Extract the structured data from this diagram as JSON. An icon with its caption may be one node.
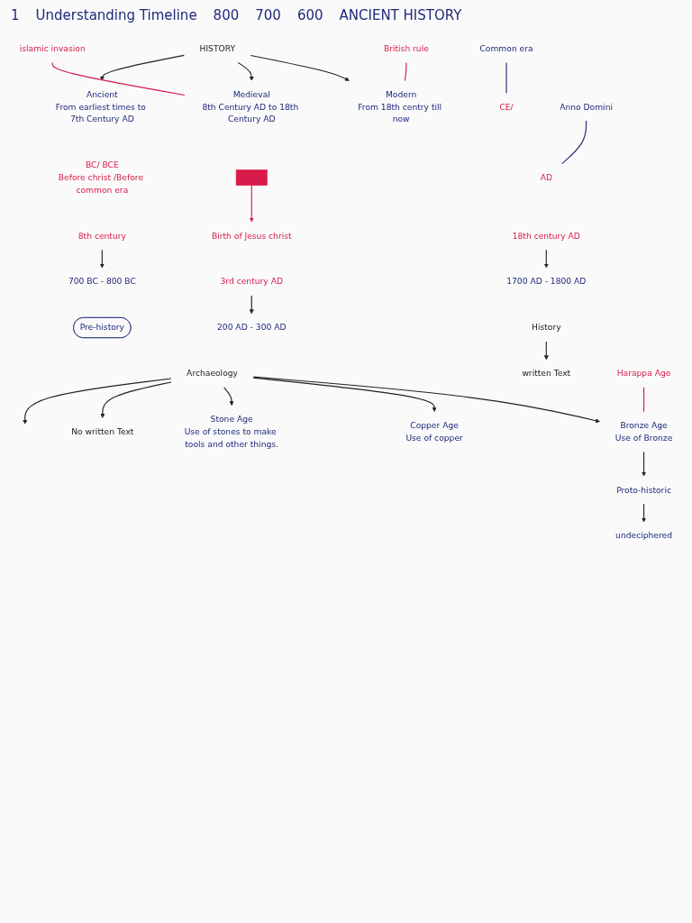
{
  "diagram": {
    "nodes": [
      {
        "text": [
          "HISTORY"
        ]
      },
      {
        "text": [
          "Ancient",
          "From earliest times to 7th Century AD"
        ]
      },
      {
        "text": [
          "Medieval",
          "8th Century AD to 18th Century AD"
        ]
      },
      {
        "text": [
          "Modern",
          "From 18th centry till now"
        ]
      },
      {
        "text": [
          "islamic invasion"
        ]
      },
      {
        "text": [
          "British rule"
        ]
      },
      {
        "text": [
          "Common era"
        ]
      },
      {
        "text": [
          "CE/"
        ]
      },
      {
        "text": [
          "AD"
        ]
      },
      {
        "text": [
          "Anno Domini"
        ]
      },
      {
        "text": [
          "BC/ BCE",
          "Before christ /Before common era"
        ]
      },
      {
        "text": [],
        "shape": "bar"
      },
      {
        "text": [
          "Birth of Jesus christ"
        ]
      },
      {
        "text": [
          "8th century"
        ]
      },
      {
        "text": [
          "700 BC - 800 BC"
        ]
      },
      {
        "text": [
          "3rd century AD"
        ]
      },
      {
        "text": [
          "200 AD - 300 AD"
        ]
      },
      {
        "text": [
          "18th century AD"
        ]
      },
      {
        "text": [
          "1700 AD - 1800 AD"
        ]
      },
      {
        "text": [
          "Pre-history"
        ]
      },
      {
        "text": [
          "Archaeology"
        ]
      },
      {
        "text": [
          "No written Text"
        ]
      },
      {
        "text": [
          "History"
        ]
      },
      {
        "text": [
          "written Text"
        ]
      },
      {
        "text": [
          "Stone Age",
          "Use of stones to make tools and other things."
        ]
      },
      {
        "text": [
          "Copper Age",
          "Use of copper"
        ]
      },
      {
        "text": [
          "Harappa Age"
        ]
      },
      {
        "text": [
          "Bronze Age",
          "Use of Bronze"
        ]
      },
      {
        "text": [
          "Proto-historic"
        ]
      },
      {
        "text": [
          "undeciphered"
        ]
      }
    ],
    "edges": [
      {
        "from": 0,
        "to": 1,
        "arrow": "to"
      },
      {
        "from": 0,
        "to": 2,
        "arrow": "to"
      },
      {
        "from": 0,
        "to": 3,
        "arrow": "to"
      },
      {
        "from": 4,
        "to": 2,
        "arrow": "none",
        "color": "#d81b4a"
      },
      {
        "from": 5,
        "to": 3,
        "arrow": "none",
        "color": "#d81b4a"
      },
      {
        "from": 6,
        "to": 7,
        "arrow": "none",
        "color": "#1f2a7a"
      },
      {
        "from": 9,
        "to": 8,
        "arrow": "none",
        "color": "#1f2a7a"
      },
      {
        "from": 11,
        "to": 12,
        "arrow": "to",
        "color": "#d81b4a"
      },
      {
        "from": 13,
        "to": 14,
        "arrow": "to"
      },
      {
        "from": 15,
        "to": 16,
        "arrow": "to"
      },
      {
        "from": 17,
        "to": 18,
        "arrow": "to"
      },
      {
        "from": 20,
        "to": null,
        "arrow": "to"
      },
      {
        "from": 20,
        "to": 21,
        "arrow": "to"
      },
      {
        "from": 20,
        "to": 24,
        "arrow": "to"
      },
      {
        "from": 20,
        "to": 25,
        "arrow": "to"
      },
      {
        "from": 20,
        "to": 27,
        "arrow": "to"
      },
      {
        "from": 22,
        "to": 23,
        "arrow": "to"
      },
      {
        "from": 26,
        "to": 27,
        "arrow": "none",
        "color": "#d81b4a"
      },
      {
        "from": 27,
        "to": 28,
        "arrow": "to"
      },
      {
        "from": 28,
        "to": 29,
        "arrow": "to"
      }
    ],
    "labels": [
      "1",
      "Understanding Timeline",
      "800",
      "700",
      "600",
      "ANCIENT HISTORY"
    ]
  }
}
